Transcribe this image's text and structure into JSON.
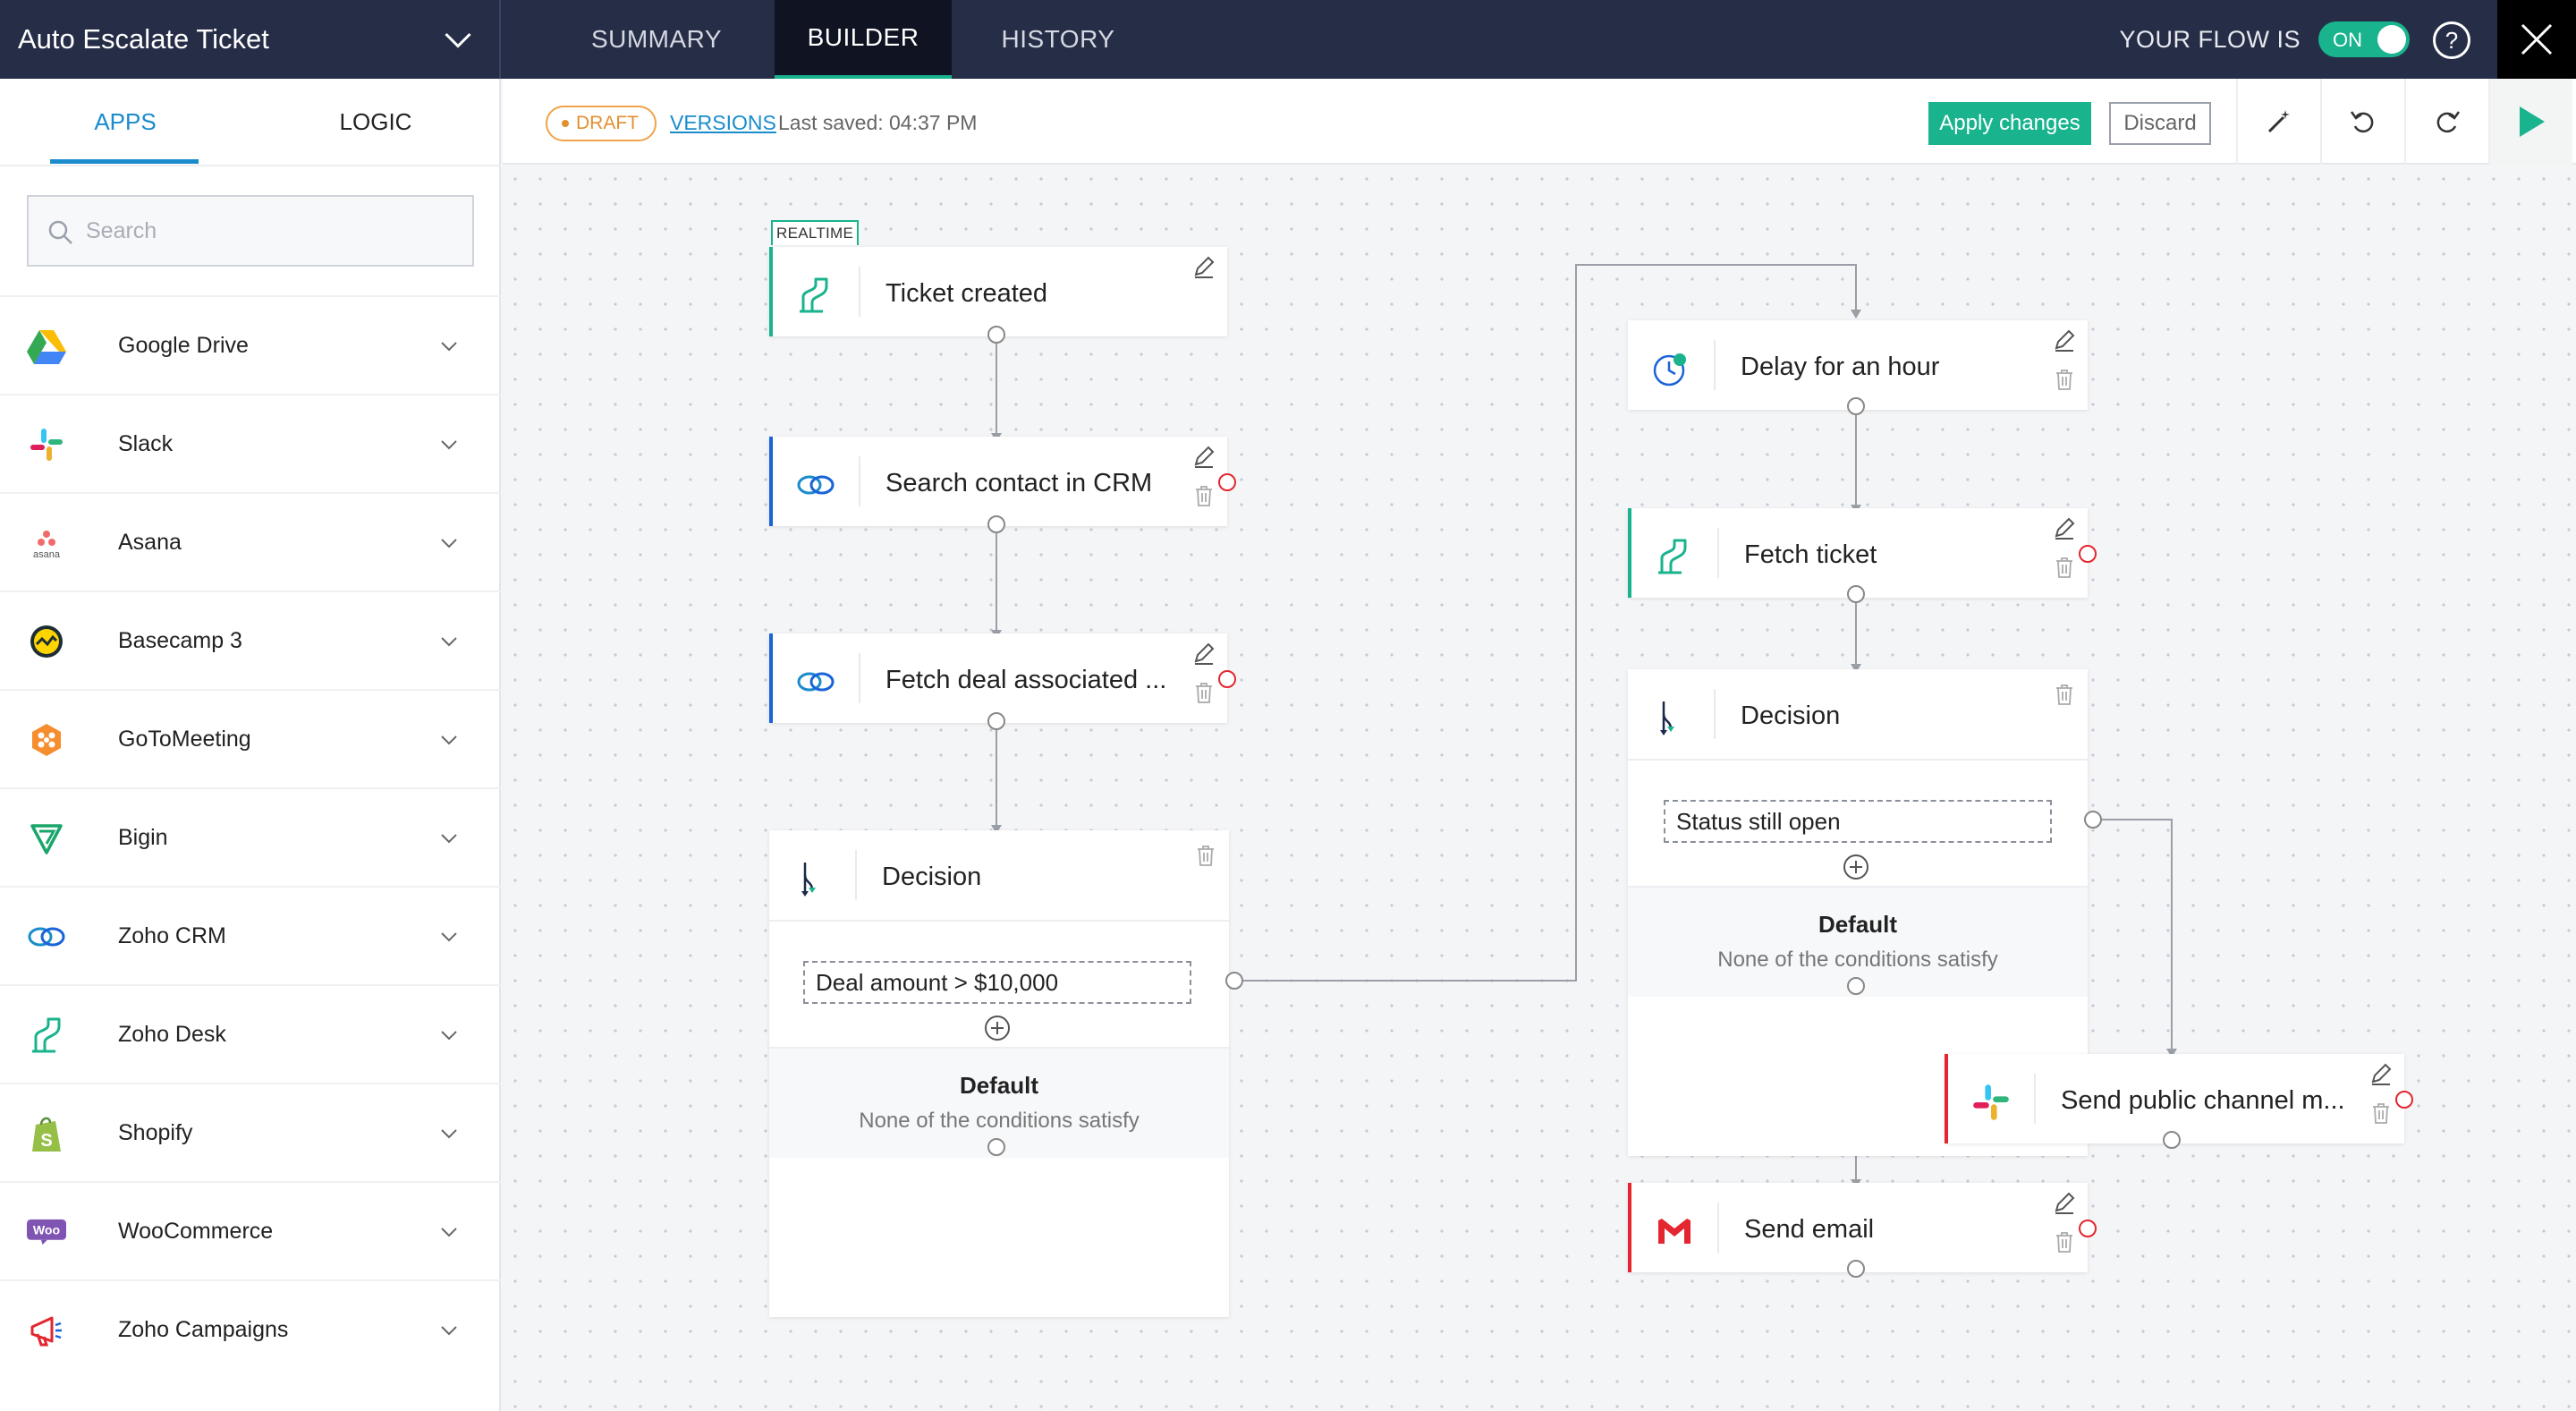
{
  "header": {
    "flow_title": "Auto Escalate Ticket",
    "tabs": [
      {
        "label": "SUMMARY"
      },
      {
        "label": "BUILDER"
      },
      {
        "label": "HISTORY"
      }
    ],
    "flow_status_label": "YOUR FLOW IS",
    "toggle_label": "ON",
    "help_label": "?"
  },
  "sidebar": {
    "tabs": [
      {
        "label": "APPS"
      },
      {
        "label": "LOGIC"
      }
    ],
    "search_placeholder": "Search",
    "apps": [
      {
        "label": "Google Drive",
        "icon": "google-drive-icon"
      },
      {
        "label": "Slack",
        "icon": "slack-icon"
      },
      {
        "label": "Asana",
        "icon": "asana-icon"
      },
      {
        "label": "Basecamp 3",
        "icon": "basecamp-icon"
      },
      {
        "label": "GoToMeeting",
        "icon": "gotomeeting-icon"
      },
      {
        "label": "Bigin",
        "icon": "bigin-icon"
      },
      {
        "label": "Zoho CRM",
        "icon": "zoho-crm-icon"
      },
      {
        "label": "Zoho Desk",
        "icon": "zoho-desk-icon"
      },
      {
        "label": "Shopify",
        "icon": "shopify-icon"
      },
      {
        "label": "WooCommerce",
        "icon": "woocommerce-icon"
      },
      {
        "label": "Zoho Campaigns",
        "icon": "zoho-campaigns-icon"
      }
    ],
    "asana_icon_text": "asana",
    "woo_icon_text": "Woo"
  },
  "toolbar": {
    "draft_label": "DRAFT",
    "versions_label": "VERSIONS",
    "last_saved": "Last saved: 04:37 PM",
    "apply_label": "Apply changes",
    "discard_label": "Discard"
  },
  "flow": {
    "trigger_tag": "REALTIME",
    "nodes": {
      "ticket_created": "Ticket created",
      "search_contact": "Search contact in CRM",
      "fetch_deal": "Fetch deal associated ...",
      "decision_1": "Decision",
      "delay": "Delay for an hour",
      "fetch_ticket": "Fetch ticket",
      "decision_2": "Decision",
      "send_slack": "Send public channel m...",
      "send_email": "Send email"
    },
    "decision_1": {
      "condition": "Deal amount > $10,000",
      "default_title": "Default",
      "default_sub": "None of the conditions satisfy"
    },
    "decision_2": {
      "condition": "Status still open",
      "default_title": "Default",
      "default_sub": "None of the conditions satisfy"
    }
  },
  "colors": {
    "header_bg": "#262e47",
    "accent_green": "#19b38d",
    "accent_blue": "#1a8ccc",
    "draft_orange": "#e0912e",
    "crm_blue": "#1a63d8",
    "error_red": "#e3262f"
  }
}
